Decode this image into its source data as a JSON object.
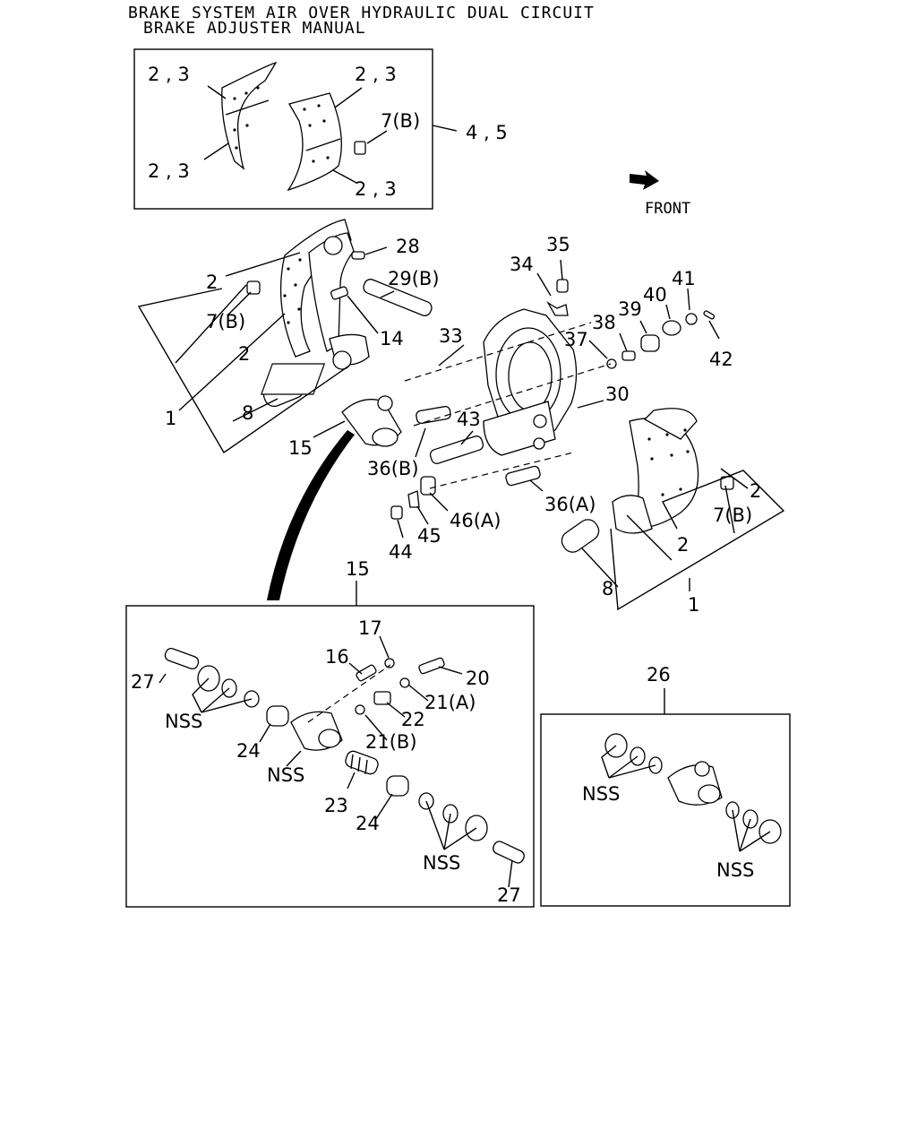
{
  "header": {
    "title_line1": "BRAKE SYSTEM AIR OVER HYDRAULIC DUAL CIRCUIT",
    "title_line2": "BRAKE ADJUSTER MANUAL"
  },
  "front_label": "FRONT",
  "callouts": {
    "c23_a": "2 , 3",
    "c23_b": "2 , 3",
    "c23_c": "2 , 3",
    "c23_d": "2 , 3",
    "c7b_top": "7(B)",
    "c45": "4 , 5",
    "c28": "28",
    "c2_a": "2",
    "c29b": "29(B)",
    "c7b_left": "7(B)",
    "c2_b": "2",
    "c14": "14",
    "c1_left": "1",
    "c8_left": "8",
    "c15_main": "15",
    "c33": "33",
    "c34": "34",
    "c35": "35",
    "c38": "38",
    "c39": "39",
    "c40": "40",
    "c41": "41",
    "c37": "37",
    "c42": "42",
    "c30": "30",
    "c43": "43",
    "c36b": "36(B)",
    "c36a": "36(A)",
    "c46a": "46(A)",
    "c45b": "45",
    "c44": "44",
    "c2_r1": "2",
    "c7b_right": "7(B)",
    "c2_r2": "2",
    "c8_right": "8",
    "c1_right": "1",
    "c15_box": "15",
    "c17": "17",
    "c16": "16",
    "c20": "20",
    "c27_top": "27",
    "c21a": "21(A)",
    "c22": "22",
    "c21b": "21(B)",
    "nss_1": "NSS",
    "c24_a": "24",
    "nss_2": "NSS",
    "c23": "23",
    "c24_b": "24",
    "nss_3": "NSS",
    "c27_bot": "27",
    "c26": "26",
    "nss_4": "NSS",
    "nss_5": "NSS"
  }
}
